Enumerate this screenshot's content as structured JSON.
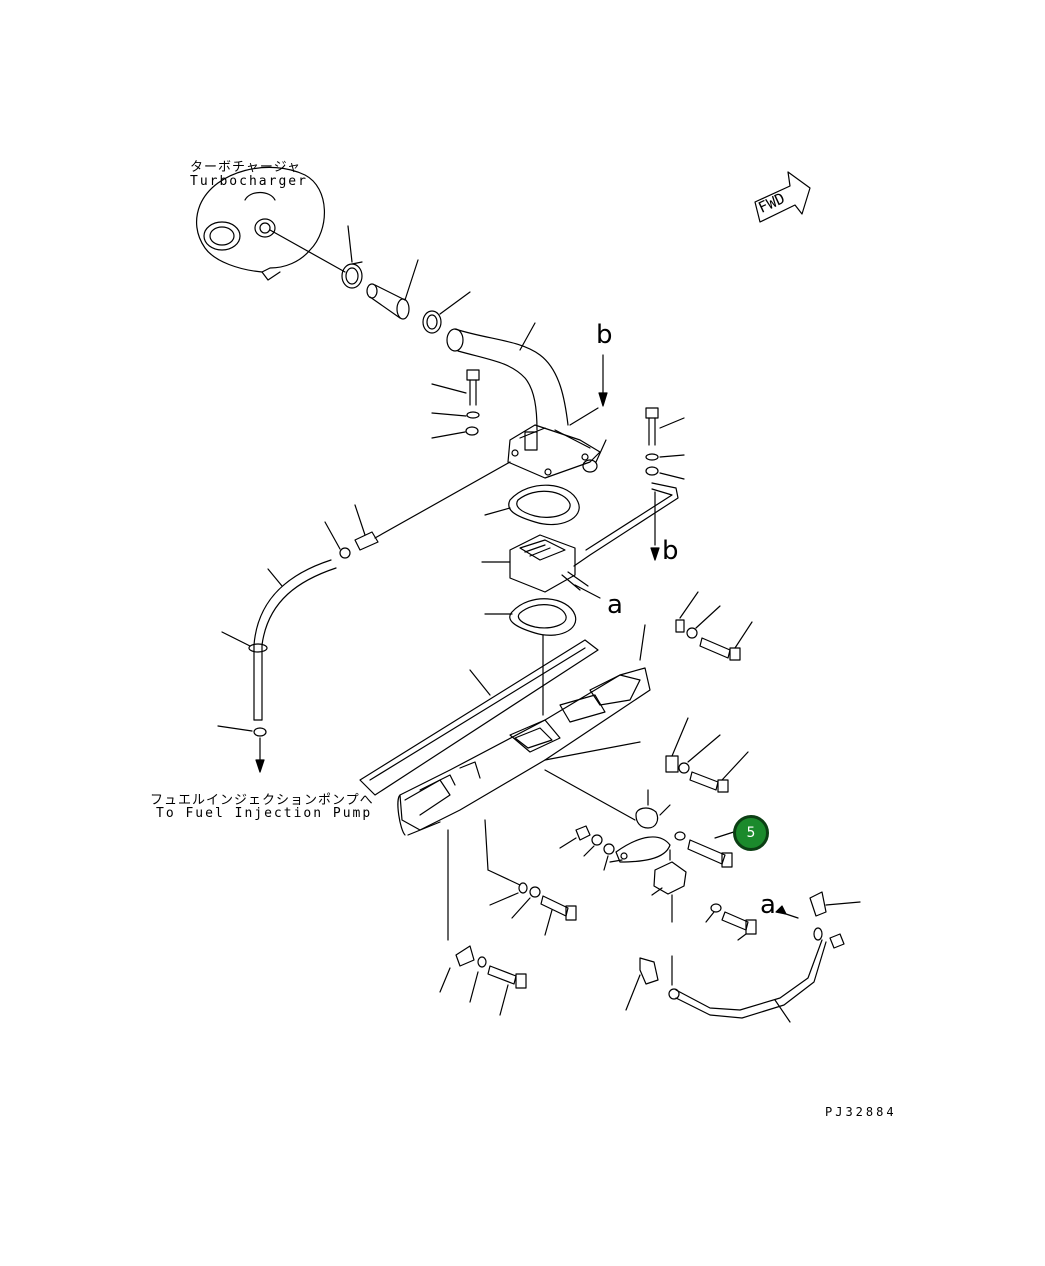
{
  "labels": {
    "turbocharger_jp": "ターボチャージャ",
    "turbocharger_en": "Turbocharger",
    "fuel_pump_jp": "フュエルインジェクションポンプへ",
    "fuel_pump_en": "To Fuel Injection Pump"
  },
  "view_markers": {
    "b_top": "b",
    "b_mid": "b",
    "a_mid": "a",
    "a_lower": "a"
  },
  "fwd_label": "FWD",
  "callout_badge": "5",
  "drawing_code": "PJ32884",
  "colors": {
    "line": "#000000",
    "badge_fill": "#1b8a2c",
    "badge_border": "#0c3f14"
  }
}
